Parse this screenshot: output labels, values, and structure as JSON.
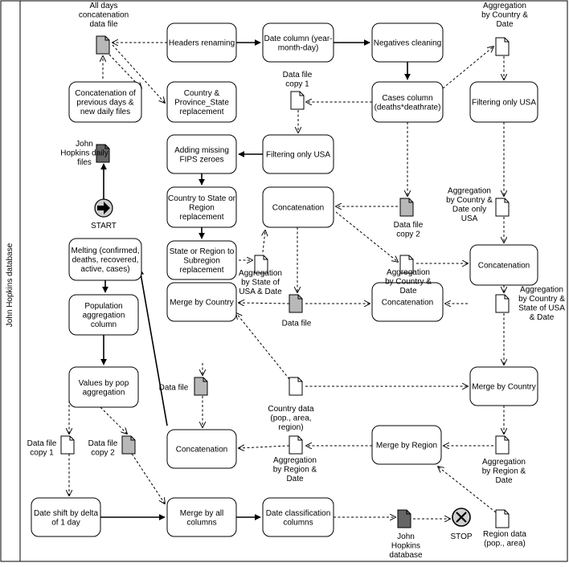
{
  "swimlane_label": "John Hopkins database",
  "processes": {
    "headers_renaming": [
      "Headers renaming"
    ],
    "date_column": [
      "Date column (year-",
      "month-day)"
    ],
    "negatives_cleaning": [
      "Negatives cleaning"
    ],
    "concat_previous": [
      "Concatenation of",
      "previous days &",
      "new daily files"
    ],
    "country_province": [
      "Country &",
      "Province_State",
      "replacement"
    ],
    "cases_column": [
      "Cases column",
      "(deaths*deathrate)"
    ],
    "filtering_usa_right": [
      "Filtering only USA"
    ],
    "adding_fips": [
      "Adding missing",
      "FIPS zeroes"
    ],
    "filtering_usa_mid": [
      "Filtering only USA"
    ],
    "country_to_state": [
      "Country to State or",
      "Region",
      "replacement"
    ],
    "concatenation_mid": [
      "Concatenation"
    ],
    "state_to_subregion": [
      "State or Region to",
      "Subregion",
      "replacement"
    ],
    "concatenation_right": [
      "Concatenation"
    ],
    "melting": [
      "Melting (confirmed,",
      "deaths, recovered,",
      "active, cases)"
    ],
    "population_agg": [
      "Population",
      "aggregation",
      "column"
    ],
    "merge_by_country_left": [
      "Merge by Country"
    ],
    "concatenation_center": [
      "Concatenation"
    ],
    "values_by_pop": [
      "Values by pop",
      "aggregation"
    ],
    "merge_by_country_right": [
      "Merge by Country"
    ],
    "concatenation_bottom": [
      "Concatenation"
    ],
    "merge_by_region": [
      "Merge by Region"
    ],
    "date_shift": [
      "Date shift by delta",
      "of 1 day"
    ],
    "merge_all_columns": [
      "Merge by all",
      "columns"
    ],
    "date_classification": [
      "Date classification",
      "columns"
    ]
  },
  "files": {
    "all_days": [
      "All days",
      "concatenation",
      "data file"
    ],
    "jh_daily": [
      "John",
      "Hopkins daily",
      "files"
    ],
    "agg_country_date_top": [
      "Aggregation",
      "by Country &",
      "Date"
    ],
    "data_file_copy1_top": [
      "Data file",
      "copy 1"
    ],
    "data_file_copy2_mid": [
      "Data file",
      "copy 2"
    ],
    "agg_country_date_usa": [
      "Aggregation",
      "by Country &",
      "Date only",
      "USA"
    ],
    "agg_state_usa": [
      "Aggregation",
      "by State of",
      "USA & Date"
    ],
    "agg_country_date_mid": [
      "Aggregation",
      "by Country &",
      "Date"
    ],
    "data_file_center": [
      "Data file"
    ],
    "agg_country_state": [
      "Aggregation",
      "by Country &",
      "State of USA",
      "& Date"
    ],
    "data_file_left": [
      "Data file"
    ],
    "country_data": [
      "Country data",
      "(pop., area,",
      "region)"
    ],
    "data_file_copy1_bottom": [
      "Data file",
      "copy 1"
    ],
    "data_file_copy2_bottom": [
      "Data file",
      "copy 2"
    ],
    "agg_region_date_mid": [
      "Aggregation",
      "by Region &",
      "Date"
    ],
    "agg_region_date_right": [
      "Aggregation",
      "by Region &",
      "Date"
    ],
    "jh_database": [
      "John",
      "Hopkins",
      "database"
    ],
    "region_data": [
      "Region data",
      "(pop., area)"
    ]
  },
  "start_label": "START",
  "stop_label": "STOP"
}
